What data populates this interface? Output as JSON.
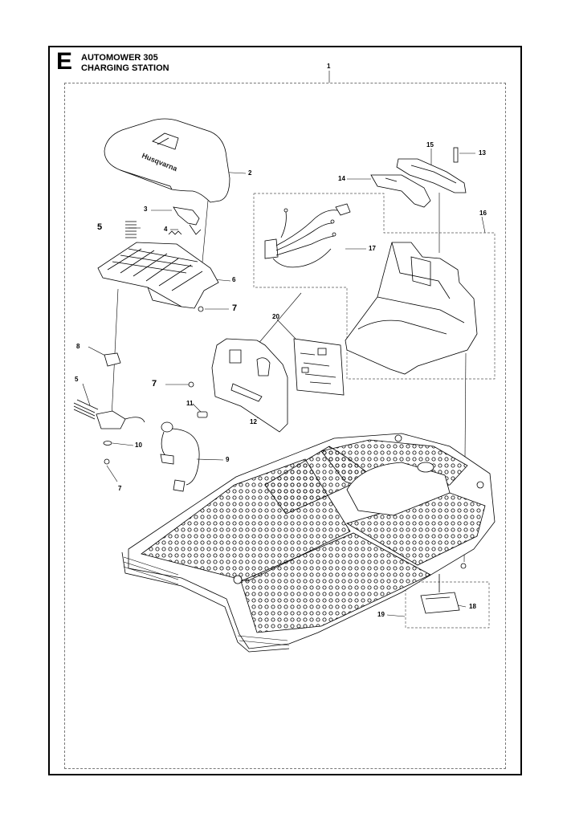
{
  "header": {
    "section_letter": "E",
    "title_line1": "AUTOMOWER 305",
    "title_line2": "CHARGING STATION"
  },
  "brand_text": "Husqvarna",
  "callouts": {
    "c1": "1",
    "c2": "2",
    "c3": "3",
    "c4": "4",
    "c5a": "5",
    "c6": "6",
    "c7a": "7",
    "c8": "8",
    "c5b": "5",
    "c10": "10",
    "c7b": "7",
    "c11": "11",
    "c7c": "7",
    "c12": "12",
    "c9": "9",
    "c20": "20",
    "c17": "17",
    "c16": "16",
    "c14": "14",
    "c15": "15",
    "c13": "13",
    "c18": "18",
    "c19": "19"
  },
  "colors": {
    "line": "#000000",
    "dash": "#777777",
    "plate_fill": "#f4f4f4"
  }
}
